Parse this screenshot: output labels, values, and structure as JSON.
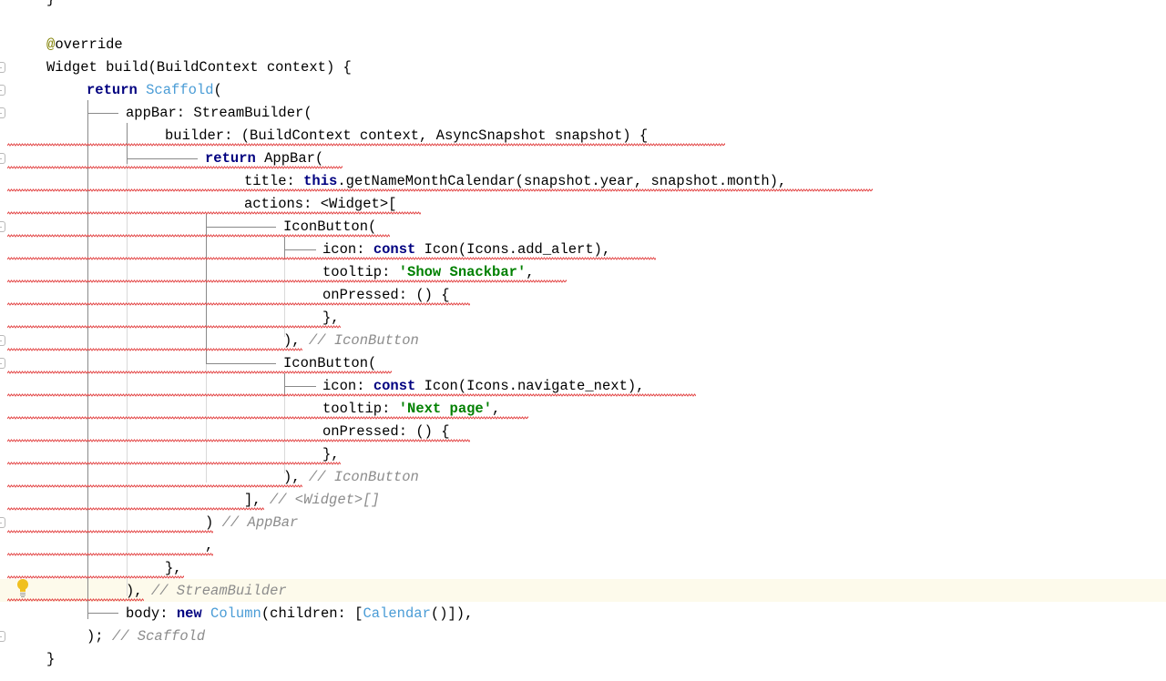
{
  "editor": {
    "language": "Dart",
    "lines": [
      {
        "tokens": [
          {
            "t": "}",
            "c": "plain"
          }
        ]
      },
      {
        "tokens": []
      },
      {
        "tokens": [
          {
            "t": "@",
            "c": "ann"
          },
          {
            "t": "override",
            "c": "plain"
          }
        ]
      },
      {
        "tokens": [
          {
            "t": "Widget build(BuildContext context) {",
            "c": "plain"
          }
        ]
      },
      {
        "tokens": [
          {
            "t": "return",
            "c": "kw"
          },
          {
            "t": " ",
            "c": "plain"
          },
          {
            "t": "Scaffold",
            "c": "cls"
          },
          {
            "t": "(",
            "c": "plain"
          }
        ]
      },
      {
        "tokens": [
          {
            "t": "appBar: StreamBuilder(",
            "c": "plain"
          }
        ]
      },
      {
        "tokens": [
          {
            "t": "builder: (BuildContext context, AsyncSnapshot snapshot) {",
            "c": "plain"
          }
        ]
      },
      {
        "tokens": [
          {
            "t": "return",
            "c": "kw"
          },
          {
            "t": " AppBar(",
            "c": "plain"
          }
        ]
      },
      {
        "tokens": [
          {
            "t": "title: ",
            "c": "plain"
          },
          {
            "t": "this",
            "c": "kw"
          },
          {
            "t": ".getNameMonthCalendar(snapshot.year, snapshot.month),",
            "c": "plain"
          }
        ]
      },
      {
        "tokens": [
          {
            "t": "actions: <Widget>[",
            "c": "plain"
          }
        ]
      },
      {
        "tokens": [
          {
            "t": "IconButton(",
            "c": "plain"
          }
        ]
      },
      {
        "tokens": [
          {
            "t": "icon: ",
            "c": "plain"
          },
          {
            "t": "const",
            "c": "kw"
          },
          {
            "t": " Icon(Icons.add_alert),",
            "c": "plain"
          }
        ]
      },
      {
        "tokens": [
          {
            "t": "tooltip: ",
            "c": "plain"
          },
          {
            "t": "'Show Snackbar'",
            "c": "str"
          },
          {
            "t": ",",
            "c": "plain"
          }
        ]
      },
      {
        "tokens": [
          {
            "t": "onPressed: () {",
            "c": "plain"
          }
        ]
      },
      {
        "tokens": [
          {
            "t": "},",
            "c": "plain"
          }
        ]
      },
      {
        "tokens": [
          {
            "t": "), ",
            "c": "plain"
          },
          {
            "t": "// IconButton",
            "c": "cmt"
          }
        ]
      },
      {
        "tokens": [
          {
            "t": "IconButton(",
            "c": "plain"
          }
        ]
      },
      {
        "tokens": [
          {
            "t": "icon: ",
            "c": "plain"
          },
          {
            "t": "const",
            "c": "kw"
          },
          {
            "t": " Icon(Icons.navigate_next),",
            "c": "plain"
          }
        ]
      },
      {
        "tokens": [
          {
            "t": "tooltip: ",
            "c": "plain"
          },
          {
            "t": "'Next page'",
            "c": "str"
          },
          {
            "t": ",",
            "c": "plain"
          }
        ]
      },
      {
        "tokens": [
          {
            "t": "onPressed: () {",
            "c": "plain"
          }
        ]
      },
      {
        "tokens": [
          {
            "t": "},",
            "c": "plain"
          }
        ]
      },
      {
        "tokens": [
          {
            "t": "), ",
            "c": "plain"
          },
          {
            "t": "// IconButton",
            "c": "cmt"
          }
        ]
      },
      {
        "tokens": [
          {
            "t": "], ",
            "c": "plain"
          },
          {
            "t": "// <Widget>[]",
            "c": "cmt"
          }
        ]
      },
      {
        "tokens": [
          {
            "t": ") ",
            "c": "plain"
          },
          {
            "t": "// AppBar",
            "c": "cmt"
          }
        ]
      },
      {
        "tokens": [
          {
            "t": ",",
            "c": "plain"
          }
        ]
      },
      {
        "tokens": [
          {
            "t": "},",
            "c": "plain"
          }
        ]
      },
      {
        "tokens": [
          {
            "t": "), ",
            "c": "plain"
          },
          {
            "t": "// StreamBuilder",
            "c": "cmt"
          }
        ]
      },
      {
        "tokens": [
          {
            "t": "body: ",
            "c": "plain"
          },
          {
            "t": "new",
            "c": "kw"
          },
          {
            "t": " ",
            "c": "plain"
          },
          {
            "t": "Column",
            "c": "cls"
          },
          {
            "t": "(children: [",
            "c": "plain"
          },
          {
            "t": "Calendar",
            "c": "cls"
          },
          {
            "t": "()]),",
            "c": "plain"
          }
        ]
      },
      {
        "tokens": [
          {
            "t": "); ",
            "c": "plain"
          },
          {
            "t": "// Scaffold",
            "c": "cmt"
          }
        ]
      },
      {
        "tokens": [
          {
            "t": "}",
            "c": "plain"
          }
        ]
      }
    ],
    "colors": {
      "keyword": "#000080",
      "class_ref": "#4a9cd6",
      "string": "#008000",
      "comment": "#8c8c8c",
      "annotation": "#808000",
      "error_underline": "#e34848",
      "current_line": "#fdfaeb"
    },
    "gutter_icons": [
      "fold-marker-icon",
      "lightbulb-icon"
    ]
  }
}
